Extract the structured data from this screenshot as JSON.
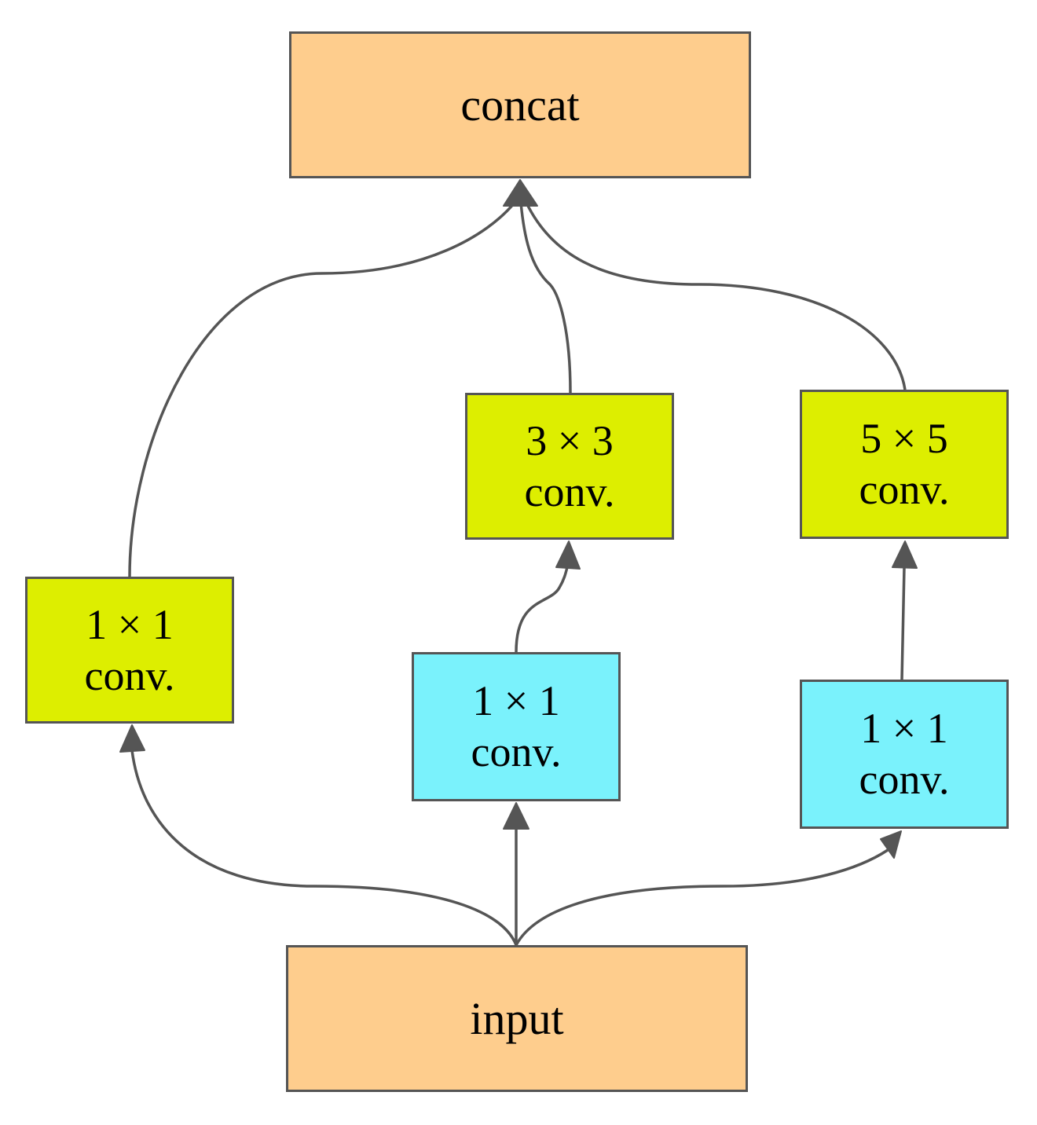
{
  "diagram": {
    "nodes": {
      "concat": {
        "lines": [
          "concat"
        ],
        "color": "#FECD8D"
      },
      "input": {
        "lines": [
          "input"
        ],
        "color": "#FECD8D"
      },
      "conv1_left": {
        "lines": [
          "1 × 1",
          "conv."
        ],
        "color": "#DDEE00"
      },
      "conv3": {
        "lines": [
          "3 × 3",
          "conv."
        ],
        "color": "#DDEE00"
      },
      "conv5": {
        "lines": [
          "5 × 5",
          "conv."
        ],
        "color": "#DDEE00"
      },
      "conv1_mid": {
        "lines": [
          "1 × 1",
          "conv."
        ],
        "color": "#7AF2FC"
      },
      "conv1_right": {
        "lines": [
          "1 × 1",
          "conv."
        ],
        "color": "#7AF2FC"
      }
    },
    "edges": [
      {
        "from": "input",
        "to": "conv1_left"
      },
      {
        "from": "input",
        "to": "conv1_mid"
      },
      {
        "from": "input",
        "to": "conv1_right"
      },
      {
        "from": "conv1_mid",
        "to": "conv3"
      },
      {
        "from": "conv1_right",
        "to": "conv5"
      },
      {
        "from": "conv1_left",
        "to": "concat"
      },
      {
        "from": "conv3",
        "to": "concat"
      },
      {
        "from": "conv5",
        "to": "concat"
      }
    ],
    "edge_color": "#555555",
    "border_color": "#555555"
  }
}
